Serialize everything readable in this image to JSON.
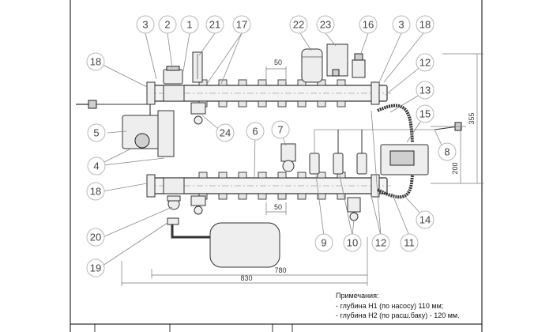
{
  "callouts": [
    "3",
    "2",
    "1",
    "21",
    "17",
    "22",
    "23",
    "16",
    "3",
    "18",
    "18",
    "12",
    "13",
    "15",
    "5",
    "4",
    "24",
    "6",
    "7",
    "8",
    "18",
    "20",
    "19",
    "9",
    "10",
    "12",
    "11",
    "14"
  ],
  "dimensions": {
    "pitch_top": "50",
    "pitch_bottom": "50",
    "width_inner": "780",
    "width_total": "830",
    "height_total": "355",
    "height_partial": "200"
  },
  "notes": {
    "heading": "Примечания:",
    "lines": [
      "- глубина Н1 (по насосу)  110 мм;",
      "- глубина Н2 (по расш.баку) - 120 мм."
    ]
  },
  "colors": {
    "line": "#333333",
    "callout_border": "#b8b8b8",
    "callout_text": "#444444"
  }
}
